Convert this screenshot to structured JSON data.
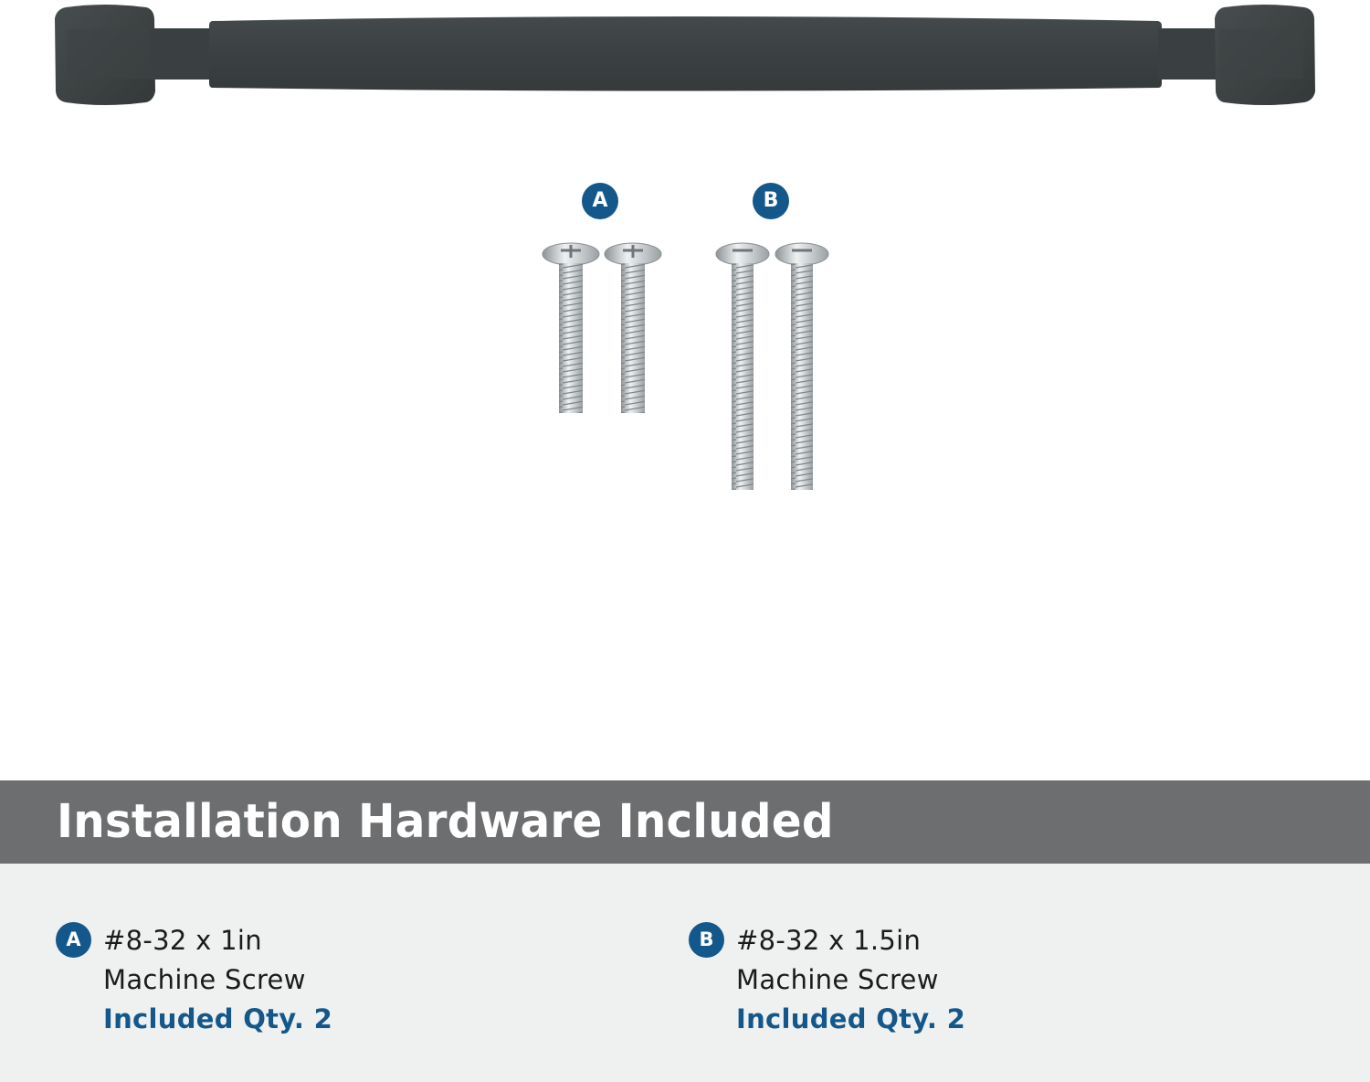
{
  "colors": {
    "accent_blue": "#14578a",
    "banner_gray": "#6d6e70",
    "panel_bg": "#eff0f0",
    "handle_color": "#3b4142",
    "text_dark": "#1b1b1b",
    "banner_text": "#ffffff"
  },
  "product_image": {
    "handle": {
      "description": "matte black cabinet pull handle"
    },
    "screw_groups": [
      {
        "badge": "A",
        "count": 2,
        "length": "short"
      },
      {
        "badge": "B",
        "count": 2,
        "length": "long"
      }
    ]
  },
  "banner": {
    "title": "Installation Hardware Included"
  },
  "hardware_items": [
    {
      "badge": "A",
      "size": "#8-32 x 1in",
      "type": "Machine Screw",
      "quantity": "Included Qty. 2"
    },
    {
      "badge": "B",
      "size": "#8-32 x 1.5in",
      "type": "Machine Screw",
      "quantity": "Included Qty. 2"
    }
  ]
}
